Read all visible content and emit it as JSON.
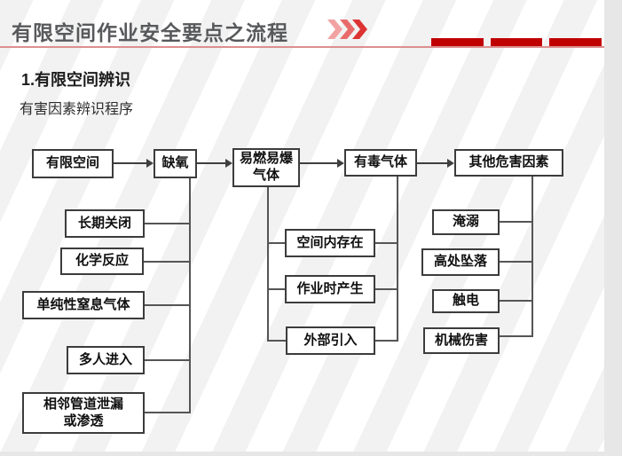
{
  "theme": {
    "accent_red": "#c00000",
    "rule_pink": "#dc8f8f",
    "title_gray": "#58595b",
    "chevron_colors": [
      "#f2a2a2",
      "#e96a6a",
      "#dd3333"
    ]
  },
  "header": {
    "title": "有限空间作业安全要点之流程",
    "icon": "triple-chevron-right"
  },
  "section": {
    "heading": "1.有限空间辨识",
    "subheading": "有害因素辨识程序"
  },
  "flowchart": {
    "main_flow": [
      {
        "label": "有限空间"
      },
      {
        "label": "缺氧"
      },
      {
        "label": "易燃易爆\n气体"
      },
      {
        "label": "有毒气体"
      },
      {
        "label": "其他危害因素"
      }
    ],
    "oxygen_deficiency_causes": [
      "长期关闭",
      "化学反应",
      "单纯性窒息气体",
      "多人进入",
      "相邻管道泄漏\n或渗透"
    ],
    "gas_sources": [
      "空间内存在",
      "作业时产生",
      "外部引入"
    ],
    "other_hazards": [
      "淹溺",
      "高处坠落",
      "触电",
      "机械伤害"
    ]
  }
}
